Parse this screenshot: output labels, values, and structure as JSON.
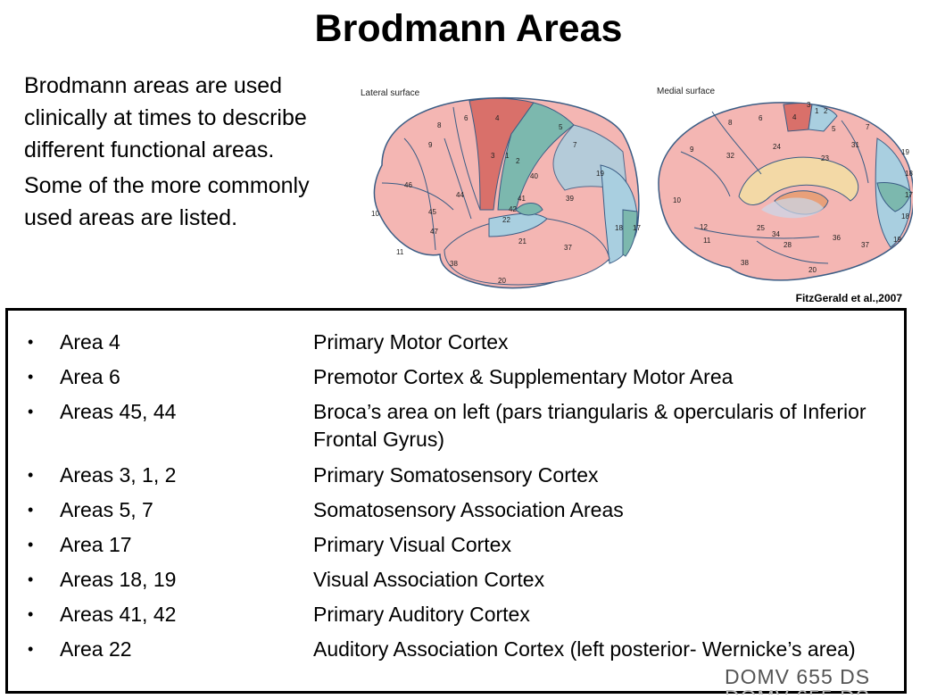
{
  "title": "Brodmann Areas",
  "intro": {
    "p1": "Brodmann areas are used clinically at times to describe different functional areas.",
    "p2": "Some of the more commonly used areas are listed."
  },
  "figure": {
    "lateral_label": "Lateral surface",
    "medial_label": "Medial surface",
    "credit": "FitzGerald et al.,2007",
    "lateral_numbers": [
      "8",
      "6",
      "4",
      "5",
      "9",
      "3",
      "1",
      "2",
      "7",
      "40",
      "19",
      "46",
      "44",
      "41",
      "39",
      "10",
      "45",
      "42",
      "22",
      "47",
      "18",
      "17",
      "11",
      "21",
      "37",
      "38",
      "20"
    ],
    "medial_numbers": [
      "8",
      "6",
      "4",
      "3",
      "1",
      "2",
      "5",
      "7",
      "9",
      "32",
      "24",
      "31",
      "23",
      "19",
      "18",
      "17",
      "10",
      "12",
      "11",
      "25",
      "34",
      "28",
      "36",
      "37",
      "38",
      "20",
      "18",
      "19"
    ],
    "colors": {
      "pink": "#f4b6b3",
      "red": "#d9706a",
      "blue": "#a9cfe0",
      "teal": "#7cb8ae",
      "outline": "#3b5d85"
    }
  },
  "rows": [
    {
      "area": "Area 4",
      "desc": "Primary Motor Cortex"
    },
    {
      "area": "Area 6",
      "desc": "Premotor Cortex & Supplementary Motor Area"
    },
    {
      "area": "Areas 45, 44",
      "desc": "Broca’s area on left (pars triangularis & opercularis of Inferior Frontal Gyrus)"
    },
    {
      "area": "Areas 3, 1, 2",
      "desc": "Primary Somatosensory Cortex"
    },
    {
      "area": "Areas 5, 7",
      "desc": "Somatosensory Association Areas"
    },
    {
      "area": "Area 17",
      "desc": "Primary Visual Cortex"
    },
    {
      "area": "Areas 18, 19",
      "desc": "Visual Association Cortex"
    },
    {
      "area": "Areas 41, 42",
      "desc": "Primary Auditory Cortex"
    },
    {
      "area": "Area 22",
      "desc": "Auditory Association Cortex (left posterior- Wernicke’s area)"
    }
  ],
  "bullet": "•",
  "watermark": "DOMV 655 DS"
}
